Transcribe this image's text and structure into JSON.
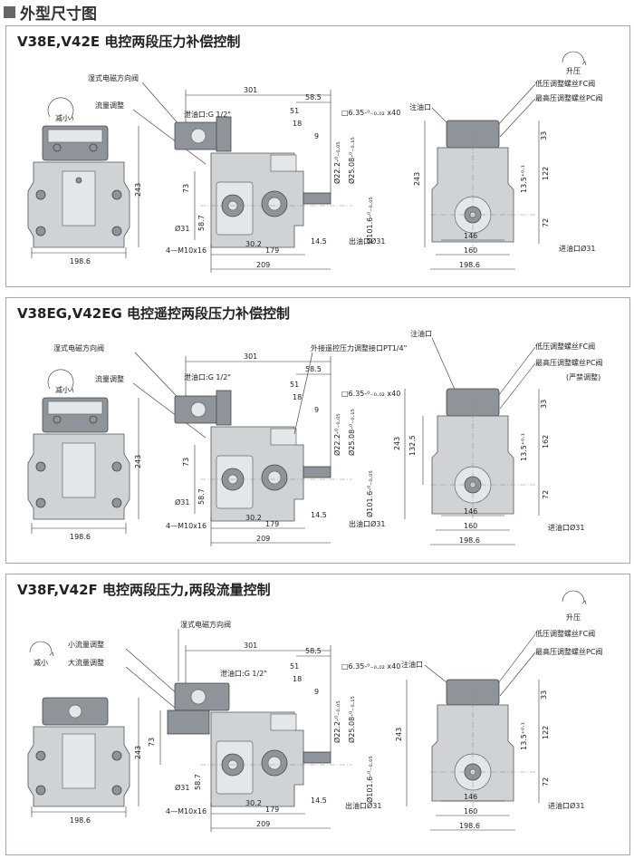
{
  "header": {
    "title": "外型尺寸图"
  },
  "panels": [
    {
      "title": "V38E,V42E 电控两段压力补偿控制",
      "side": {
        "dir_label": "减小",
        "width": "198.6",
        "height": "243"
      },
      "front": {
        "top_label1": "湿式电磁方向阀",
        "top_label2": "流量调整",
        "drain": "泄油口:G 1/2\"",
        "d301": "301",
        "d585": "58.5",
        "d51": "51",
        "d18": "18",
        "d9": "9",
        "key": "□6.35-⁰₋₀.₀₂ x40",
        "phi22": "Ø22.2-⁰₋₀.₀₅",
        "phi25": "Ø25.08-⁰₋₀.₁₅",
        "phi101": "Ø101.6-⁰₋₀.₀₅",
        "d73": "73",
        "d587": "58.7",
        "phi31": "Ø31",
        "bolt": "4—M10x16",
        "d302": "30.2",
        "d179": "179",
        "d145": "14.5",
        "d209": "209"
      },
      "rear": {
        "dir_label": "升压",
        "inject": "注油口",
        "low": "低压调整螺丝FC阀",
        "high": "最高压调整螺丝PC阀",
        "outlet": "出油口Ø31",
        "inlet": "进油口Ø31",
        "h243": "243",
        "d33": "33",
        "d122": "122",
        "d135": "13.5⁺⁰·¹",
        "d72": "72",
        "w146": "146",
        "w160": "160",
        "w1986": "198.6"
      }
    },
    {
      "title": "V38EG,V42EG 电控遥控两段压力补偿控制",
      "side": {
        "dir_label": "减小",
        "width": "198.6",
        "height": "243"
      },
      "front": {
        "top_label1": "湿式电磁方向阀",
        "top_label2": "流量调整",
        "drain": "泄油口:G 1/2\"",
        "remote": "外接遥控压力调整接口PT1/4\"",
        "d301": "301",
        "d585": "58.5",
        "d51": "51",
        "d18": "18",
        "d9": "9",
        "key": "□6.35-⁰₋₀.₀₂ x40",
        "phi22": "Ø22.2-⁰₋₀.₀₅",
        "phi25": "Ø25.08-⁰₋₀.₁₅",
        "phi101": "Ø101.6-⁰₋₀.₀₅",
        "d73": "73",
        "d587": "58.7",
        "phi31": "Ø31",
        "bolt": "4—M10x16",
        "d302": "30.2",
        "d179": "179",
        "d145": "14.5",
        "d209": "209"
      },
      "rear": {
        "dir_label": "",
        "inject": "注油口",
        "low": "低压调整螺丝FC阀",
        "high": "最高压调整螺丝PC阀",
        "note": "(严禁调整)",
        "outlet": "出油口Ø31",
        "inlet": "进油口Ø31",
        "h243": "243",
        "d1325": "132.5",
        "d33": "33",
        "d162": "162",
        "d135": "13.5⁺⁰·¹",
        "d72": "72",
        "w146": "146",
        "w160": "160",
        "w1986": "198.6"
      }
    },
    {
      "title": "V38F,V42F 电控两段压力,两段流量控制",
      "side": {
        "dir_label": "减小",
        "width": "198.6",
        "height": "243"
      },
      "front": {
        "top_label0": "湿式电磁方向阀",
        "top_label1": "小流量调整",
        "top_label2": "大流量调整",
        "drain": "泄油口:G 1/2\"",
        "d301": "301",
        "d585": "58.5",
        "d51": "51",
        "d18": "18",
        "d9": "9",
        "key": "□6.35-⁰₋₀.₀₂ x40",
        "phi22": "Ø22.2-⁰₋₀.₀₅",
        "phi25": "Ø25.08-⁰₋₀.₁₅",
        "phi101": "Ø101.6-⁰₋₀.₀₅",
        "d73": "73",
        "d587": "58.7",
        "phi31": "Ø31",
        "bolt": "4—M10x16",
        "d302": "30.2",
        "d179": "179",
        "d145": "14.5",
        "d209": "209"
      },
      "rear": {
        "dir_label": "升压",
        "inject": "注油口",
        "low": "低压调整螺丝FC阀",
        "high": "最高压调整螺丝PC阀",
        "outlet": "出油口Ø31",
        "inlet": "进油口Ø31",
        "h243": "243",
        "d33": "33",
        "d122": "122",
        "d135": "13.5⁺⁰·¹",
        "d72": "72",
        "w146": "146",
        "w160": "160",
        "w1986": "198.6"
      }
    }
  ]
}
